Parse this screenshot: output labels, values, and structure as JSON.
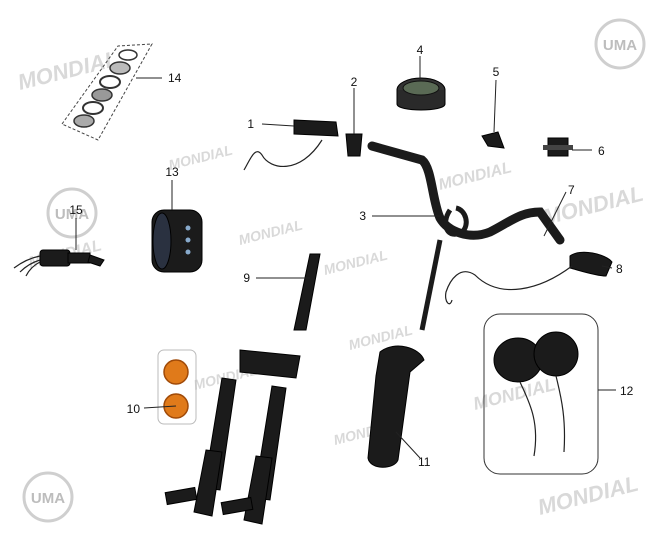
{
  "watermarks": {
    "brand_text": "MONDIAL",
    "logo_text": "UMA",
    "colors": {
      "watermark": "#d9d9d9",
      "logo": "#c8c8c8"
    }
  },
  "callouts": {
    "c1": "1",
    "c2": "2",
    "c3": "3",
    "c4": "4",
    "c5": "5",
    "c6": "6",
    "c7": "7",
    "c8": "8",
    "c9": "9",
    "c10": "10",
    "c11": "11",
    "c12": "12",
    "c13": "13",
    "c14": "14",
    "c15": "15"
  },
  "colors": {
    "part": "#1b1b1b",
    "reflector": "#e07a1a",
    "line": "#222222"
  }
}
